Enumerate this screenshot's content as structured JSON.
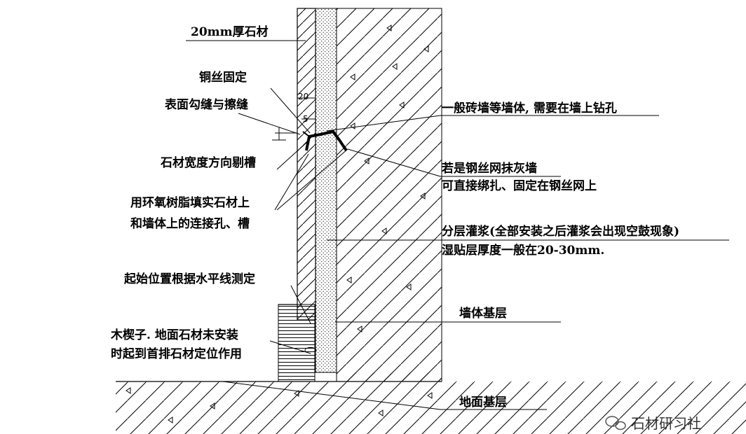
{
  "labels": {
    "stone_20mm": "20mm厚石材",
    "copper_wire": "铜丝固定",
    "jointing": "表面勾缝与擦缝",
    "groove": "石材宽度方向剔槽",
    "epoxy_line1": "用环氧树脂填实石材上",
    "epoxy_line2": "和墙体上的连接孔、槽",
    "start_position": "起始位置根据水平线测定",
    "wedge_line1": "木楔子. 地面石材未安装",
    "wedge_line2": "时起到首排石材定位作用",
    "brick_wall": "一般砖墙等墙体, 需要在墙上钻孔",
    "mesh_line1": "若是钢丝网抹灰墙",
    "mesh_line2": "可直接绑扎、固定在钢丝网上",
    "grout_line1": "分层灌浆(全部安装之后灌浆会出现空鼓现象)",
    "grout_line2": "湿贴层厚度一般在20-30mm.",
    "wall_base": "墙体基层",
    "floor_base": "地面基层"
  },
  "dimensions": {
    "dim_20": "20",
    "dim_5": "5"
  },
  "watermark": {
    "text": "石材研习社",
    "icon": "wechat-icon"
  },
  "colors": {
    "line": "#000000",
    "background": "#ffffff"
  }
}
